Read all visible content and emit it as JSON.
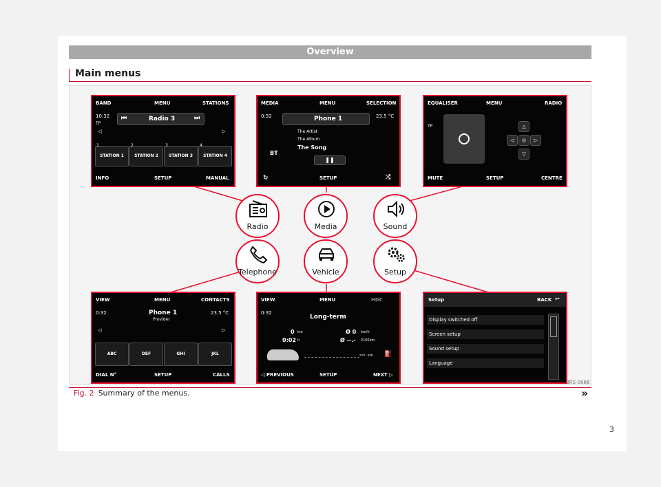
{
  "header": {
    "title": "Overview"
  },
  "section": {
    "title": "Main menus"
  },
  "figure": {
    "label": "Fig. 2",
    "caption": "Summary of the menus.",
    "code": "BRS-0066",
    "continue_mark": "»"
  },
  "page_number": "3",
  "screens": {
    "radio": {
      "top_left": "BAND",
      "top_mid": "MENU",
      "top_right": "STATIONS",
      "time": "10:32",
      "tp": "TP",
      "title": "Radio 3",
      "stations": [
        "STATION 1",
        "STATION 2",
        "STATION 3",
        "STATION 4"
      ],
      "nums": [
        "1",
        "2",
        "3",
        "4"
      ],
      "bot_left": "INFO",
      "bot_mid": "SETUP",
      "bot_right": "MANUAL"
    },
    "media": {
      "top_left": "MEDIA",
      "top_mid": "MENU",
      "top_right": "SELECTION",
      "time": "0:32",
      "temp": "23.5 °C",
      "title": "Phone 1",
      "artist": "The Artist",
      "album": "The Album",
      "song": "The Song",
      "bt": "BT",
      "bot_mid": "SETUP"
    },
    "sound": {
      "top_left": "EQUALISER",
      "top_mid": "MENU",
      "top_right": "RADIO",
      "tp": "TP",
      "bot_left": "MUTE",
      "bot_mid": "SETUP",
      "bot_right": "CENTRE"
    },
    "telephone": {
      "top_left": "VIEW",
      "top_mid": "MENU",
      "top_right": "CONTACTS",
      "time": "0:32",
      "temp": "23.5 °C",
      "title": "Phone 1",
      "subtitle": "Provider",
      "keys": [
        "ABC",
        "DEF",
        "GHI",
        "JKL"
      ],
      "bot_left": "DIAL N°",
      "bot_mid": "SETUP",
      "bot_right": "CALLS"
    },
    "vehicle": {
      "top_left": "VIEW",
      "top_mid": "MENU",
      "top_right": "HDC",
      "time": "0:32",
      "title": "Long-term",
      "dist": "0",
      "dist_unit": "km",
      "speed": "Ø 0",
      "speed_unit": "km/h",
      "duration": "0:02",
      "duration_unit": "h",
      "cons": "Ø --.-",
      "cons_unit": "l/100km",
      "range": "---",
      "range_unit": "km",
      "bot_left": "◁ PREVIOUS",
      "bot_mid": "SETUP",
      "bot_right": "NEXT ▷"
    },
    "setup": {
      "title": "Setup",
      "back": "BACK",
      "items": [
        "Display switched off",
        "Screen setup",
        "Sound setup",
        "Language"
      ]
    }
  },
  "menu_icons": [
    "Radio",
    "Media",
    "Sound",
    "Telephone",
    "Vehicle",
    "Setup"
  ],
  "colors": {
    "accent": "#c8102e",
    "header_gray": "#a8a8a8"
  }
}
